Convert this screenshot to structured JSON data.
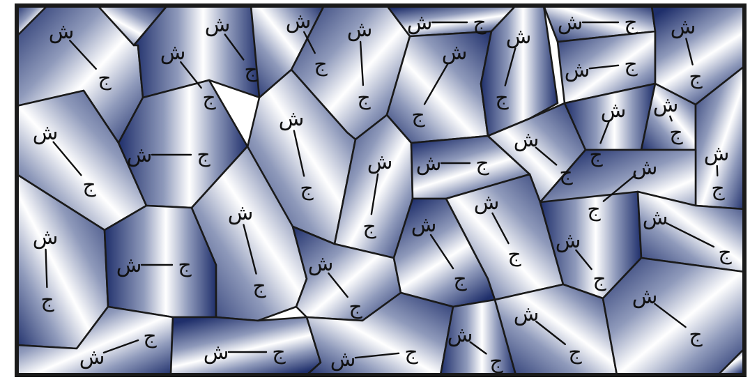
{
  "figure": {
    "colors": {
      "dark": "#1f2f6b",
      "mid": "#8f9abb",
      "light": "#ffffff",
      "boundary": "#1a1a1a",
      "frame": "#1a1a1a",
      "text": "#111111"
    },
    "label_a": "ش",
    "label_b": "ج",
    "grain_count": 38
  }
}
